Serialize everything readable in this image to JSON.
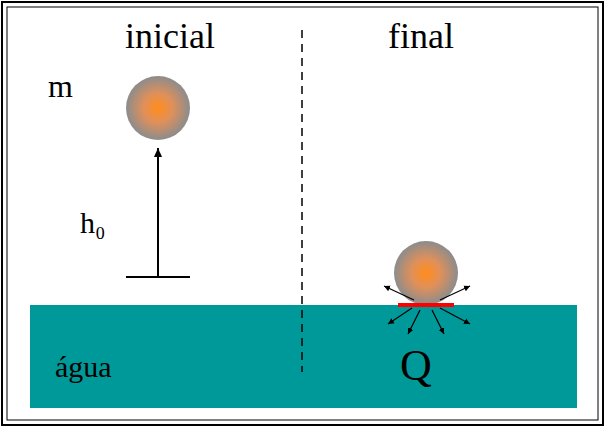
{
  "diagram": {
    "labels": [
      "inicial",
      "final",
      "m",
      "h₀",
      "água",
      "Q"
    ]
  }
}
